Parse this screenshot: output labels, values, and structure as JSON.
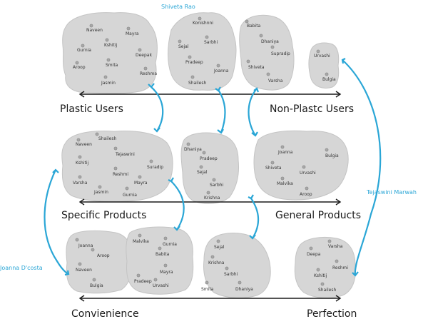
{
  "accent_color": "#2aa6d6",
  "authors": {
    "top": "Shiveta Rao",
    "right": "Tejaswini Marwah",
    "left": "Joanna D'costa"
  },
  "axes": {
    "row1": {
      "left": "Plastic Users",
      "right": "Non-Plastc Users"
    },
    "row2": {
      "left": "Specific Products",
      "right": "General Products"
    },
    "row3": {
      "left": "Convienience",
      "right": "Perfection"
    }
  },
  "clusters": [
    {
      "id": "r1c1",
      "names": [
        "Naveen",
        "Mayra",
        "Gurnia",
        "Kshitij",
        "Deepak",
        "Aroop",
        "Smita",
        "Reshma",
        "Jasmin"
      ]
    },
    {
      "id": "r1c2",
      "names": [
        "Konishnni",
        "Sejal",
        "Sarbhi",
        "Pradeep",
        "Joanna",
        "Shailesh"
      ]
    },
    {
      "id": "r1c3",
      "names": [
        "Babita",
        "Dhaniya",
        "Supradip",
        "Shiveta",
        "Varsha"
      ]
    },
    {
      "id": "r1c4",
      "names": [
        "Urvashi",
        "Bulgia"
      ]
    },
    {
      "id": "r2c1",
      "names": [
        "Shailesh",
        "Naveen",
        "Tejaswini",
        "Kshitij",
        "Suradip",
        "Reshmi",
        "Varsha",
        "Mayra",
        "Jasmin",
        "Gurnia"
      ]
    },
    {
      "id": "r2c2",
      "names": [
        "Dhaniya",
        "Pradeep",
        "Sejal",
        "Sarbhi",
        "Krishna"
      ]
    },
    {
      "id": "r2c3",
      "names": [
        "Joanna",
        "Bulgia",
        "Shiveta",
        "Urvashi",
        "Malvika",
        "Aroop"
      ]
    },
    {
      "id": "r3c1",
      "names": [
        "Joanna",
        "Aroop",
        "Naveen",
        "Bulgia"
      ]
    },
    {
      "id": "r3c2",
      "names": [
        "Malvika",
        "Gurnia",
        "Babita",
        "Mayra",
        "Pradeep",
        "Urvashi"
      ]
    },
    {
      "id": "r3c3",
      "names": [
        "Sejal",
        "Krishna",
        "Sarbhi",
        "Smita",
        "Dhaniya"
      ]
    },
    {
      "id": "r3c4",
      "names": [
        "Varsha",
        "Deepa",
        "Reshmi",
        "Kshitij",
        "Shailesh"
      ]
    }
  ]
}
